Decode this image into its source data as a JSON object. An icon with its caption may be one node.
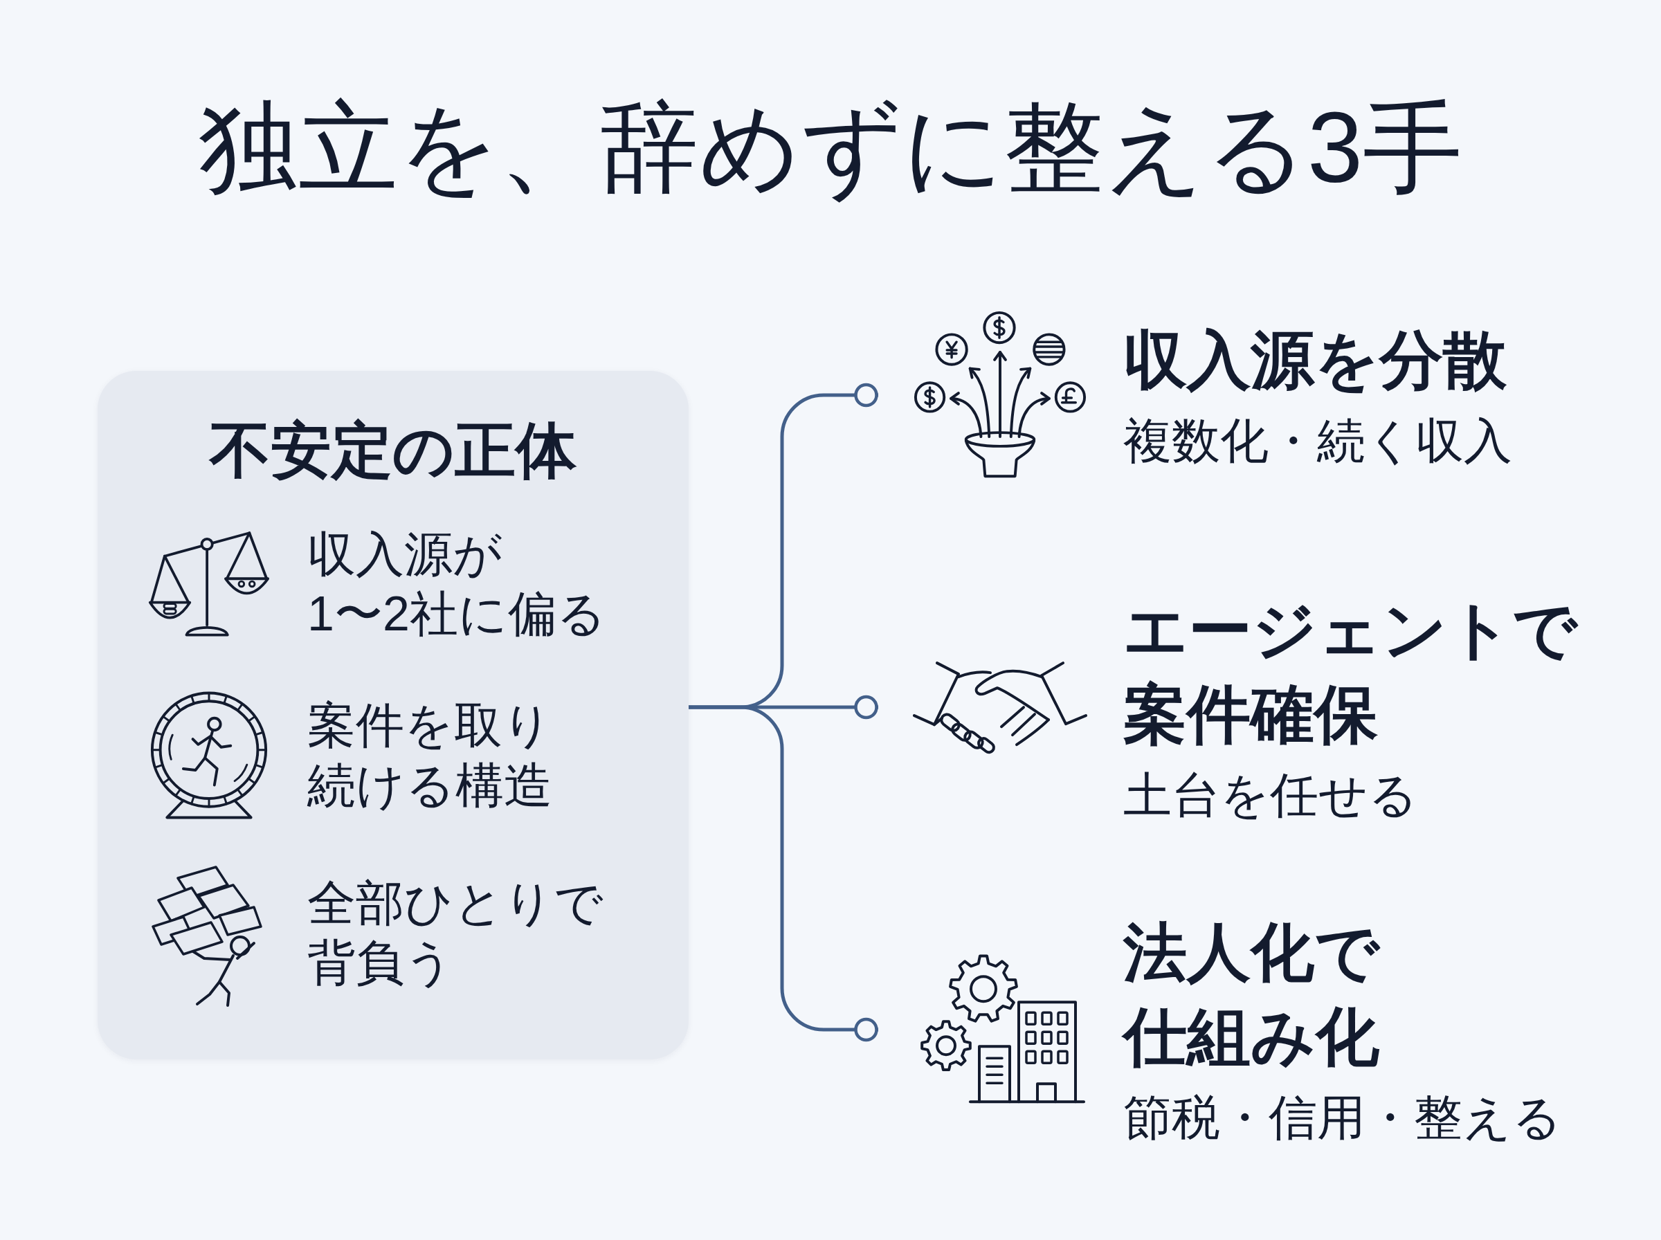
{
  "diagram": {
    "title": "独立を、辞めずに整える3手",
    "nodes": [
      {
        "text": [
          "不安定の正体",
          "収入源が1〜2社に偏る",
          "案件を取り続ける構造",
          "全部ひとりで背負う"
        ]
      },
      {
        "text": [
          "収入源を分散",
          "複数化・続く収入"
        ]
      },
      {
        "text": [
          "エージェントで案件確保",
          "土台を任せる"
        ]
      },
      {
        "text": [
          "法人化で仕組み化",
          "節税・信用・整える"
        ]
      }
    ],
    "edges": [
      {
        "from": 0,
        "to": 1,
        "arrow": "other"
      },
      {
        "from": 0,
        "to": 2,
        "arrow": "other"
      },
      {
        "from": 0,
        "to": 3,
        "arrow": "other"
      }
    ]
  }
}
